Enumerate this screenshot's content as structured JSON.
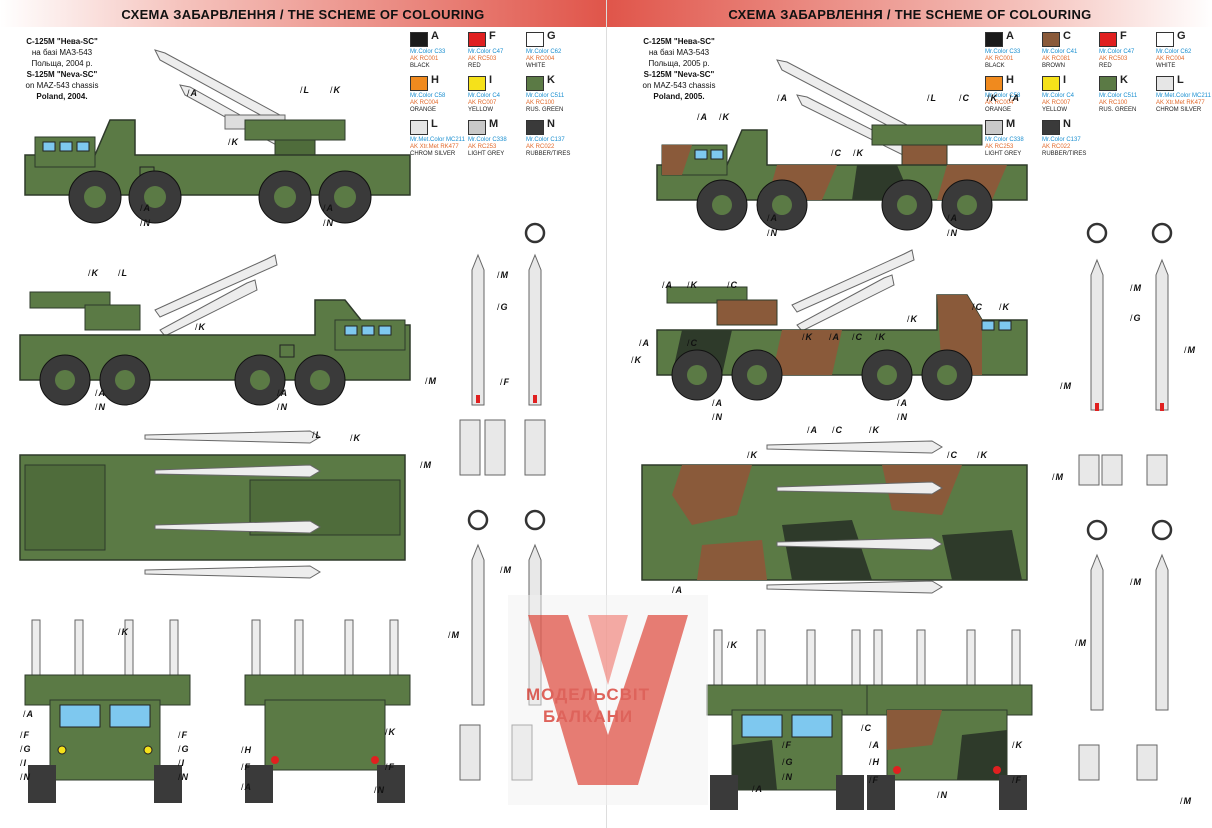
{
  "title": "СХЕМА ЗАБАРВЛЕННЯ / THE SCHEME OF COLOURING",
  "left": {
    "caption": [
      "С-125М \"Нева-SC\"",
      "на базі МАЗ-543",
      "Польща, 2004 р.",
      "S-125M \"Neva-SC\"",
      "on MAZ-543 chassis",
      "Poland, 2004."
    ],
    "swatches": [
      {
        "code": "A",
        "color": "#1a1a1a",
        "mr": "Mr.Color C33",
        "ak": "AK RC001",
        "name": "BLACK"
      },
      {
        "code": "F",
        "color": "#e02020",
        "mr": "Mr.Color C47",
        "ak": "AK RC503",
        "name": "RED"
      },
      {
        "code": "G",
        "color": "#ffffff",
        "mr": "Mr.Color C62",
        "ak": "AK RC004",
        "name": "WHITE"
      },
      {
        "code": "H",
        "color": "#f08a1e",
        "mr": "Mr.Color C58",
        "ak": "AK RC004",
        "name": "ORANGE"
      },
      {
        "code": "I",
        "color": "#f5e11a",
        "mr": "Mr.Color C4",
        "ak": "AK RC007",
        "name": "YELLOW"
      },
      {
        "code": "K",
        "color": "#5b7a45",
        "mr": "Mr.Color C511",
        "ak": "AK RC100",
        "name": "RUS. GREEN"
      },
      {
        "code": "L",
        "color": "#e6e6e6",
        "mr": "Mr.Met.Color MC211",
        "ak": "AK Xtr.Met RK477",
        "name": "CHROM SILVER"
      },
      {
        "code": "M",
        "color": "#c9c9c9",
        "mr": "Mr.Color C338",
        "ak": "AK RC253",
        "name": "LIGHT GREY"
      },
      {
        "code": "N",
        "color": "#3a3a3a",
        "mr": "Mr.Color C137",
        "ak": "AK RC022",
        "name": "RUBBER/TIRES"
      }
    ]
  },
  "right": {
    "caption": [
      "С-125М \"Нева-SC\"",
      "на базі МАЗ-543",
      "Польща, 2005 р.",
      "S-125M \"Neva-SC\"",
      "on MAZ-543 chassis",
      "Poland, 2005."
    ],
    "swatches": [
      {
        "code": "A",
        "color": "#1a1a1a",
        "mr": "Mr.Color C33",
        "ak": "AK RC001",
        "name": "BLACK"
      },
      {
        "code": "C",
        "color": "#8a5a3a",
        "mr": "Mr.Color C41",
        "ak": "AK RC081",
        "name": "BROWN"
      },
      {
        "code": "F",
        "color": "#e02020",
        "mr": "Mr.Color C47",
        "ak": "AK RC503",
        "name": "RED"
      },
      {
        "code": "G",
        "color": "#ffffff",
        "mr": "Mr.Color C62",
        "ak": "AK RC004",
        "name": "WHITE"
      },
      {
        "code": "H",
        "color": "#f08a1e",
        "mr": "Mr.Color C58",
        "ak": "AK RC004",
        "name": "ORANGE"
      },
      {
        "code": "I",
        "color": "#f5e11a",
        "mr": "Mr.Color C4",
        "ak": "AK RC007",
        "name": "YELLOW"
      },
      {
        "code": "K",
        "color": "#5b7a45",
        "mr": "Mr.Color C511",
        "ak": "AK RC100",
        "name": "RUS. GREEN"
      },
      {
        "code": "L",
        "color": "#e6e6e6",
        "mr": "Mr.Met.Color MC211",
        "ak": "AK Xtr.Met RK477",
        "name": "CHROM SILVER"
      },
      {
        "code": "M",
        "color": "#c9c9c9",
        "mr": "Mr.Color C338",
        "ak": "AK RC253",
        "name": "LIGHT GREY"
      },
      {
        "code": "N",
        "color": "#3a3a3a",
        "mr": "Mr.Color C137",
        "ak": "AK RC022",
        "name": "RUBBER/TIRES"
      }
    ]
  },
  "callouts": {
    "A": "A",
    "C": "C",
    "F": "F",
    "G": "G",
    "H": "H",
    "I": "I",
    "K": "K",
    "L": "L",
    "M": "M",
    "N": "N"
  },
  "watermark": {
    "line1": "МОДЕЛЬСВІТ",
    "line2": "БАЛКАНИ"
  },
  "colors": {
    "green": "#5b7a45",
    "brown": "#8a5a3a",
    "dark": "#2e3a2a",
    "tire": "#3a3a3a",
    "glass": "#7ec8ef",
    "missile": "#e8e8e8",
    "accent": "#e0554a"
  }
}
